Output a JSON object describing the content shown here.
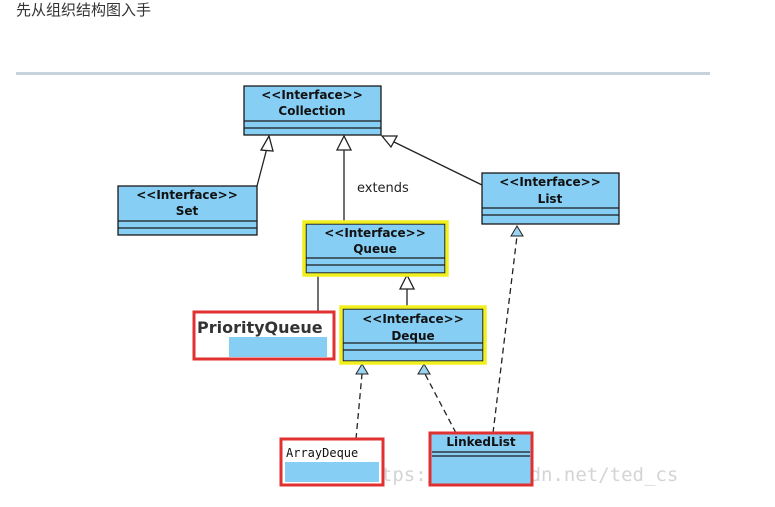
{
  "heading": "先从组织结构图入手",
  "nodes": {
    "collection": {
      "stereotype": "<<Interface>>",
      "name": "Collection"
    },
    "set": {
      "stereotype": "<<Interface>>",
      "name": "Set"
    },
    "list": {
      "stereotype": "<<Interface>>",
      "name": "List"
    },
    "queue": {
      "stereotype": "<<Interface>>",
      "name": "Queue"
    },
    "deque": {
      "stereotype": "<<Interface>>",
      "name": "Deque"
    },
    "priority_queue": {
      "name": "PriorityQueue"
    },
    "array_deque": {
      "name": "ArrayDeque"
    },
    "linked_list": {
      "name": "LinkedList"
    }
  },
  "edge_label": "extends",
  "watermark": "https://blog.csdn.net/ted_cs",
  "colors": {
    "box_fill": "#87cef5",
    "box_border": "#1a1a1a",
    "highlight_yellow": "#f0f020",
    "highlight_red": "#e03030",
    "rule": "#c5d3dc"
  }
}
